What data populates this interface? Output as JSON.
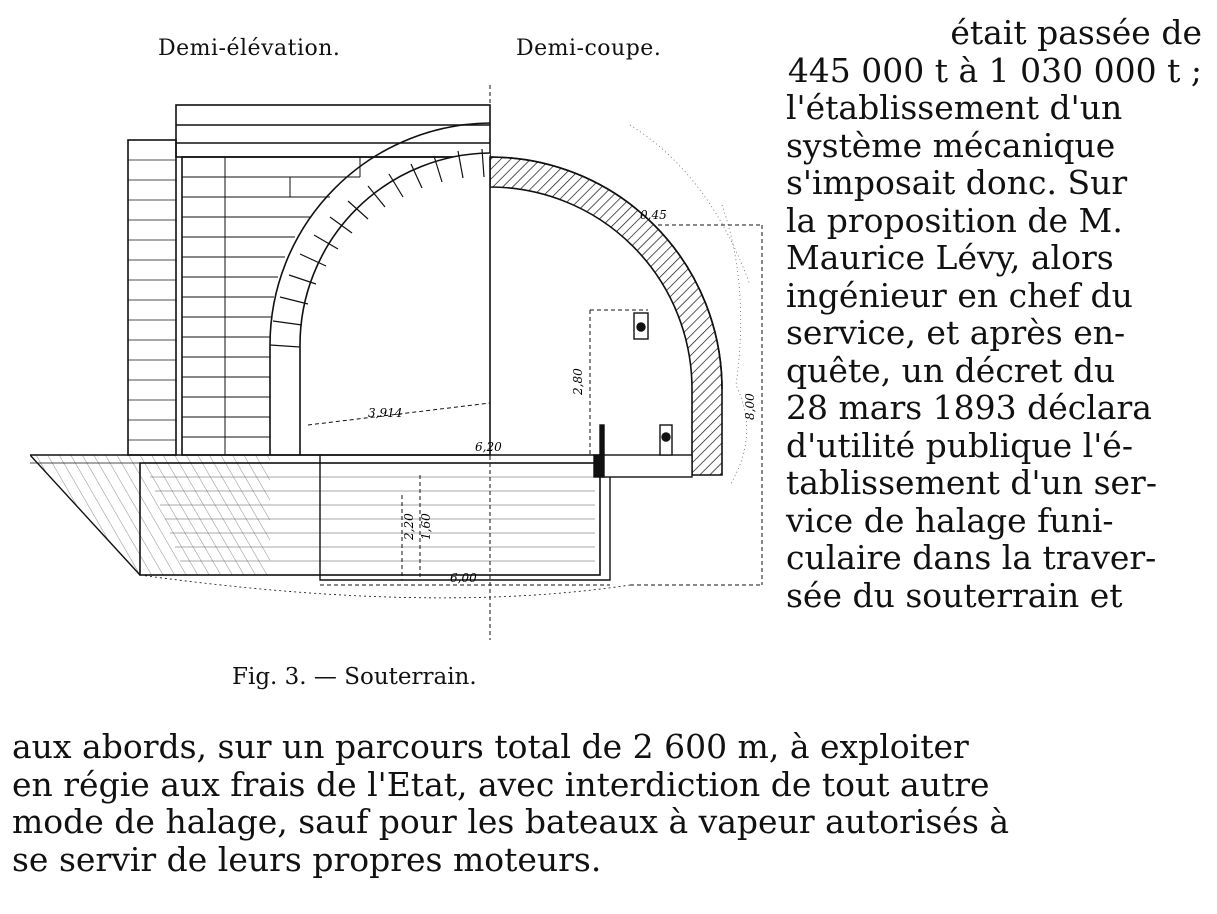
{
  "figure": {
    "left_label": "Demi-élévation.",
    "right_label": "Demi-coupe.",
    "caption": "Fig. 3. — Souterrain.",
    "dimensions": {
      "d1": "3,914",
      "d2": "6,20",
      "d3": "2,80",
      "d4": "8,00",
      "d5": "6,00",
      "d6": "2,20",
      "d7": "1,60",
      "d8": "0,45"
    }
  },
  "side_text": [
    "était passée de",
    "445 000 t à 1 030 000 t ;",
    "l'établissement d'un",
    "système mécanique",
    "s'imposait donc. Sur",
    "la proposition de M.",
    "Maurice Lévy, alors",
    "ingénieur en chef du",
    "service, et après en-",
    "quête, un décret du",
    "28 mars 1893 déclara",
    "d'utilité publique l'é-",
    "tablissement d'un ser-",
    "vice de halage funi-",
    "culaire dans la traver-",
    "sée du souterrain et"
  ],
  "bottom_text": [
    "aux abords, sur un parcours total de 2 600 m, à exploiter",
    "en régie aux frais de l'Etat, avec interdiction de tout autre",
    "mode de halage, sauf pour les bateaux à vapeur autorisés à",
    "se servir de leurs propres moteurs."
  ]
}
